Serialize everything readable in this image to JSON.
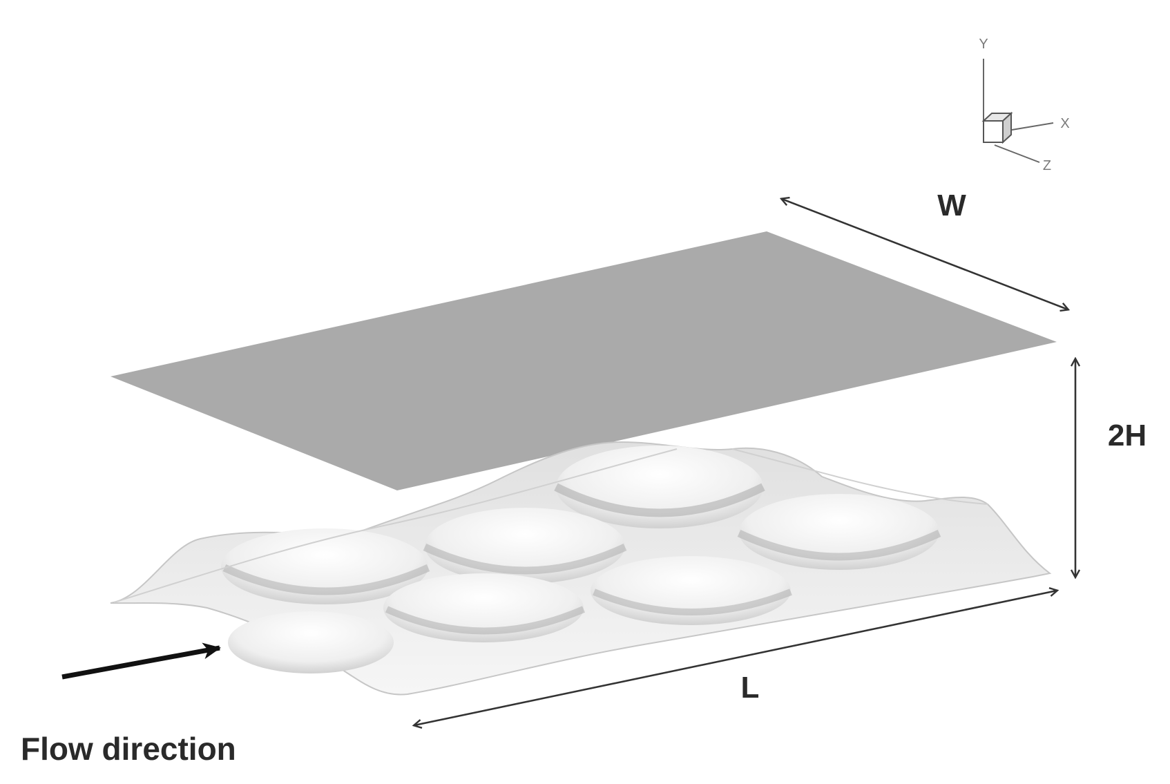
{
  "labels": {
    "width": "W",
    "height": "2H",
    "length": "L",
    "flow": "Flow direction"
  },
  "axes": {
    "y": "Y",
    "x": "X",
    "z": "Z"
  },
  "colors": {
    "top_plate": "#aaaaaa",
    "wavy_surface_light": "#f4f4f4",
    "wavy_surface_shadow": "#bdbdbd",
    "arrow": "#333333",
    "flow_arrow": "#111111"
  }
}
